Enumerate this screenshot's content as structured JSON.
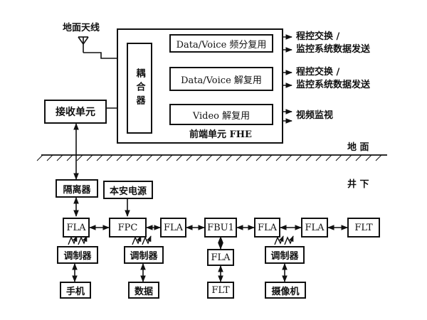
{
  "labels": {
    "ground_antenna": "地面天线",
    "ground": "地 面",
    "underground": "井 下",
    "front_end_unit": "前端单元 FHE",
    "output_1a": "程控交换 /",
    "output_1b": "监控系统数据发送",
    "output_2a": "程控交换 /",
    "output_2b": "监控系统数据发送",
    "output_3": "视频监视"
  },
  "boxes": {
    "receiver": "接收单元",
    "coupler": "耦合器",
    "freq_mux": "Data/Voice 频分复用",
    "demux": "Data/Voice 解复用",
    "video_demux": "Video 解复用",
    "isolator": "隔离器",
    "intrinsic_power": "本安电源",
    "fla_1": "FLA",
    "fpc": "FPC",
    "fla_2": "FLA",
    "fbu1": "FBU1",
    "fla_3": "FLA",
    "fla_4": "FLA",
    "flt_1": "FLT",
    "modem_1": "调制器",
    "modem_2": "调制器",
    "modem_3": "调制器",
    "fla_5": "FLA",
    "handset": "手机",
    "data": "数据",
    "flt_2": "FLT",
    "camera": "摄像机"
  }
}
